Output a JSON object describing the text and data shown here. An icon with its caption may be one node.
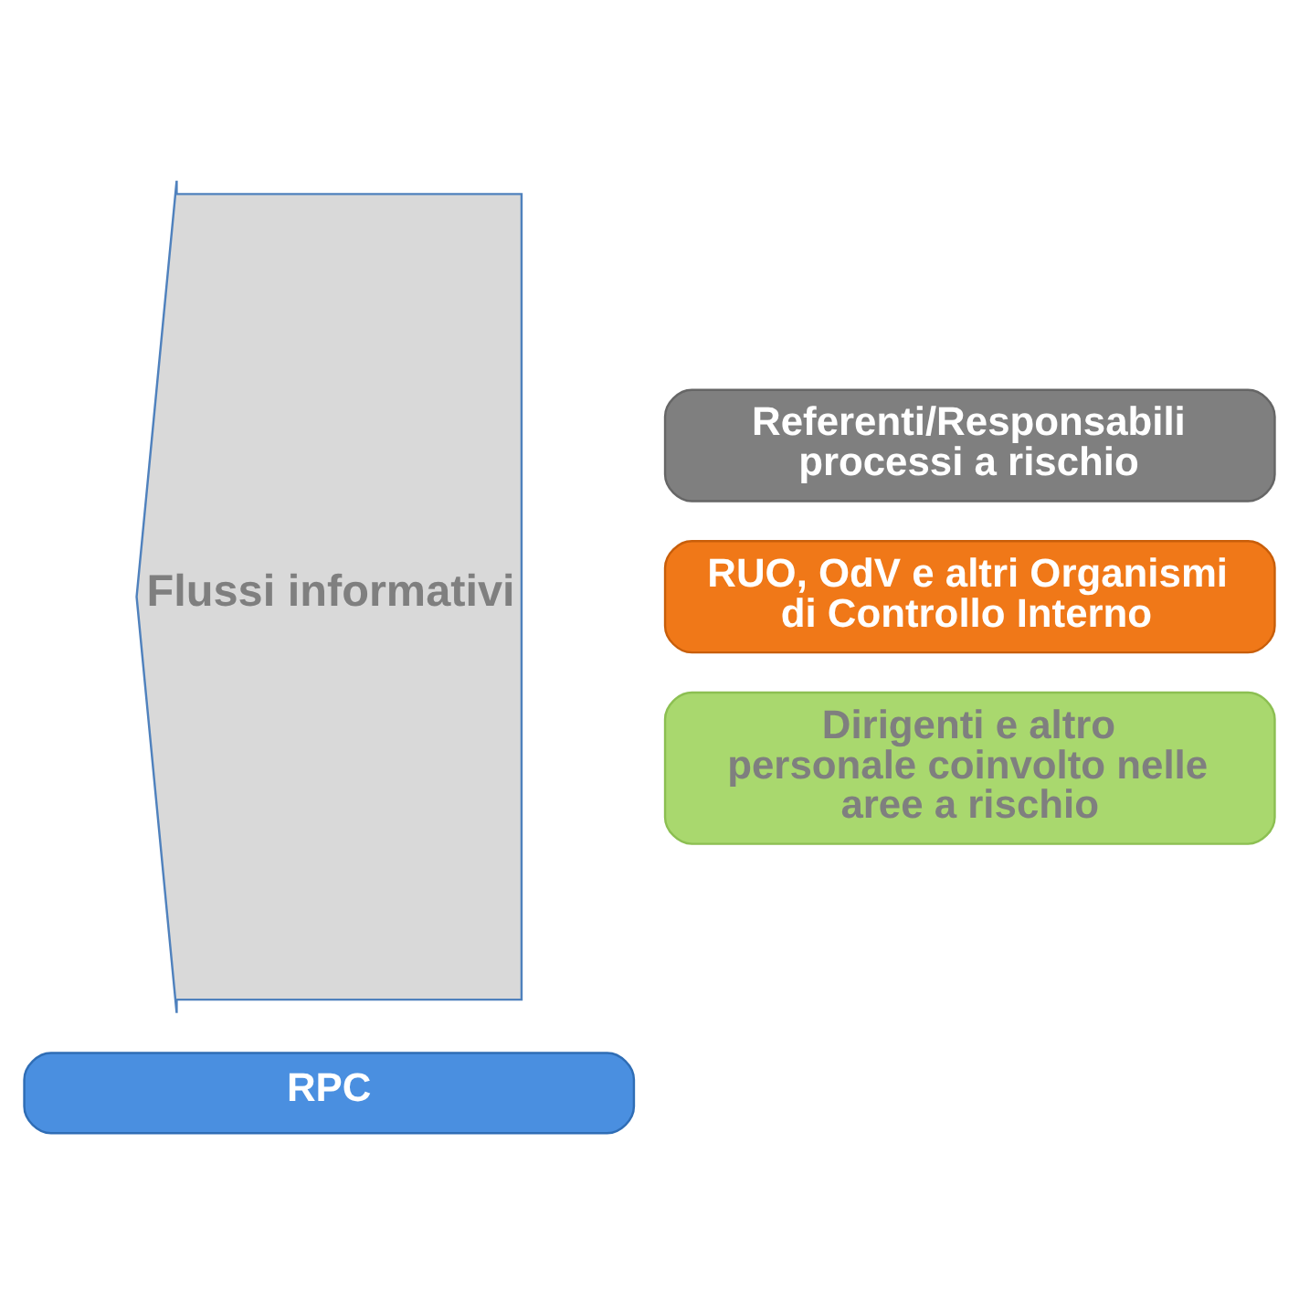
{
  "diagram": {
    "nodes": [
      {
        "text": [
          "RPC"
        ]
      },
      {
        "text": [
          "Flussi informativi"
        ]
      },
      {
        "text": [
          "Referenti/Responsabili processi a rischio"
        ]
      },
      {
        "text": [
          "RUO, OdV e altri Organismi di Controllo Interno"
        ]
      },
      {
        "text": [
          "Dirigenti e altro personale coinvolto nelle aree a rischio"
        ]
      }
    ]
  }
}
